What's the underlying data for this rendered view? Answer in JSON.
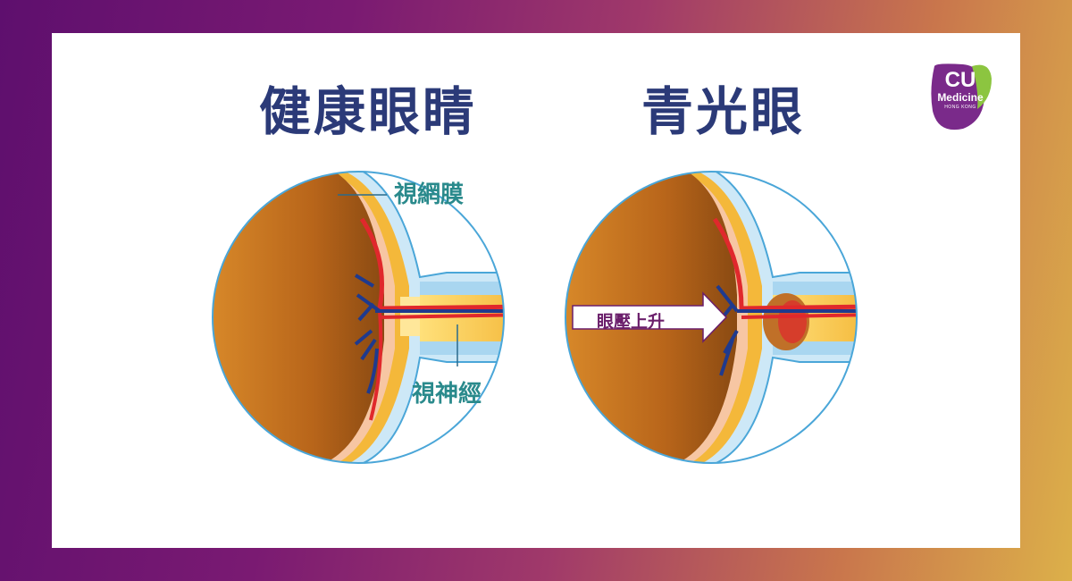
{
  "titles": {
    "healthy": "健康眼睛",
    "glaucoma": "青光眼"
  },
  "labels": {
    "retina": "視網膜",
    "optic_nerve": "視神經",
    "pressure": "眼壓上升"
  },
  "logo": {
    "cu": "CU",
    "medicine": "Medicine",
    "region": "HONG KONG"
  },
  "colors": {
    "title": "#2b3a78",
    "label": "#2a8a8c",
    "arrow_text": "#6b1f6b",
    "eyeball": "#b8651a",
    "choroid_yellow": "#f4b83a",
    "sclera_blue": "#a9d6f0",
    "artery": "#e0282c",
    "vein": "#1f3a8e"
  }
}
